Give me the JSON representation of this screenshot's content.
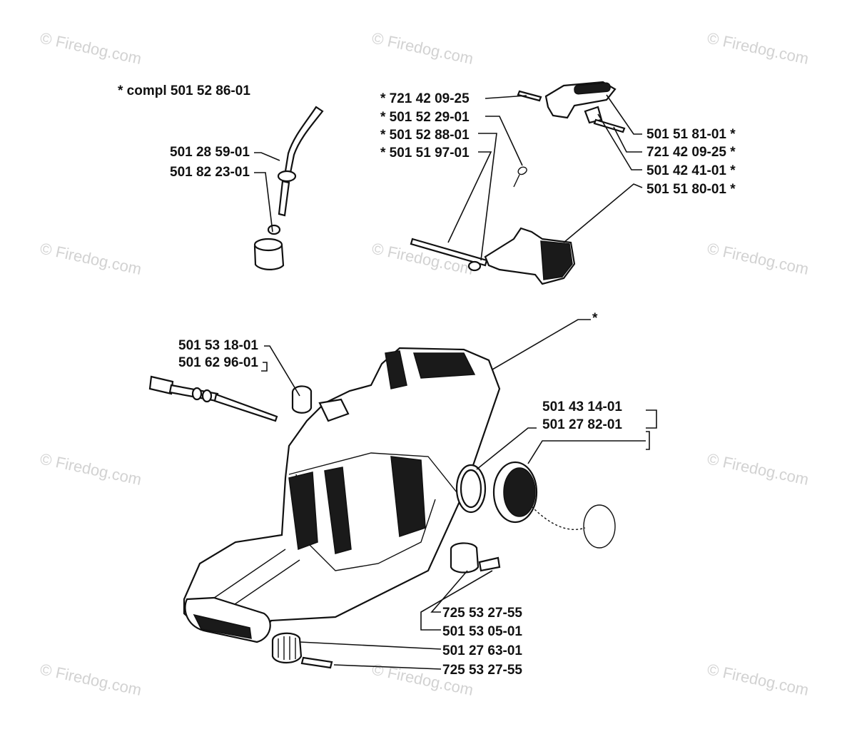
{
  "watermark": "© Firedog.com",
  "labels": {
    "compl": "*  compl 501 52 86-01",
    "hose": "501 28 59-01",
    "filter": "501 82 23-01",
    "pin_top": "*  721 42 09-25",
    "spring": "*  501 52 29-01",
    "bushing": "*  501 52 88-01",
    "rod": "*  501 51 97-01",
    "lever_r": "501 51 81-01  *",
    "pin_r": "721 42 09-25  *",
    "sleeve_r": "501 42 41-01  *",
    "trigger_r": "501 51 80-01  *",
    "valve_a": "501 53 18-01",
    "valve_b": "501 62 96-01",
    "tank_star": "*",
    "cap_a": "501 43 14-01",
    "cap_b": "501 27 82-01",
    "screw_a": "725 53 27-55",
    "damper_a": "501 53 05-01",
    "damper_b": "501 27 63-01",
    "screw_b": "725 53 27-55"
  }
}
